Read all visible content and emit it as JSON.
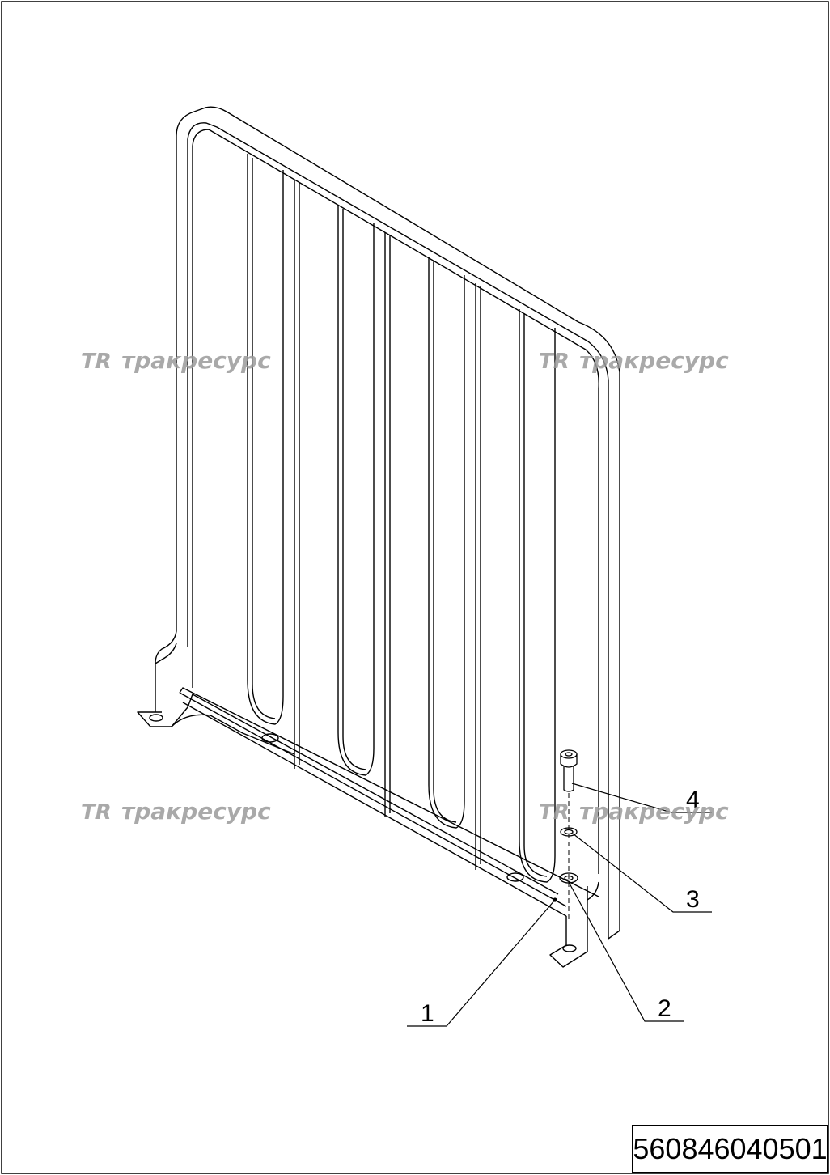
{
  "drawing": {
    "document_number": "560846040501",
    "callouts": [
      {
        "id": "callout-1",
        "label": "1"
      },
      {
        "id": "callout-2",
        "label": "2"
      },
      {
        "id": "callout-3",
        "label": "3"
      },
      {
        "id": "callout-4",
        "label": "4"
      }
    ]
  },
  "watermark": {
    "logo_text": "TR",
    "brand_text": "тракресурс",
    "color": "#9a9a9a"
  },
  "colors": {
    "line": "#000000",
    "background": "#ffffff"
  }
}
